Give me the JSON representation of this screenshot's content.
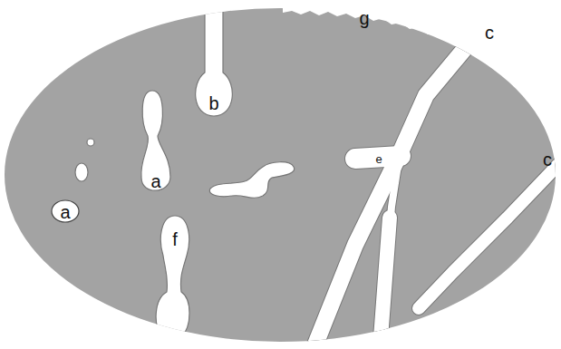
{
  "diagram": {
    "labels": [
      "g",
      "c",
      "b",
      "a",
      "e",
      "c",
      "a",
      "f"
    ]
  }
}
